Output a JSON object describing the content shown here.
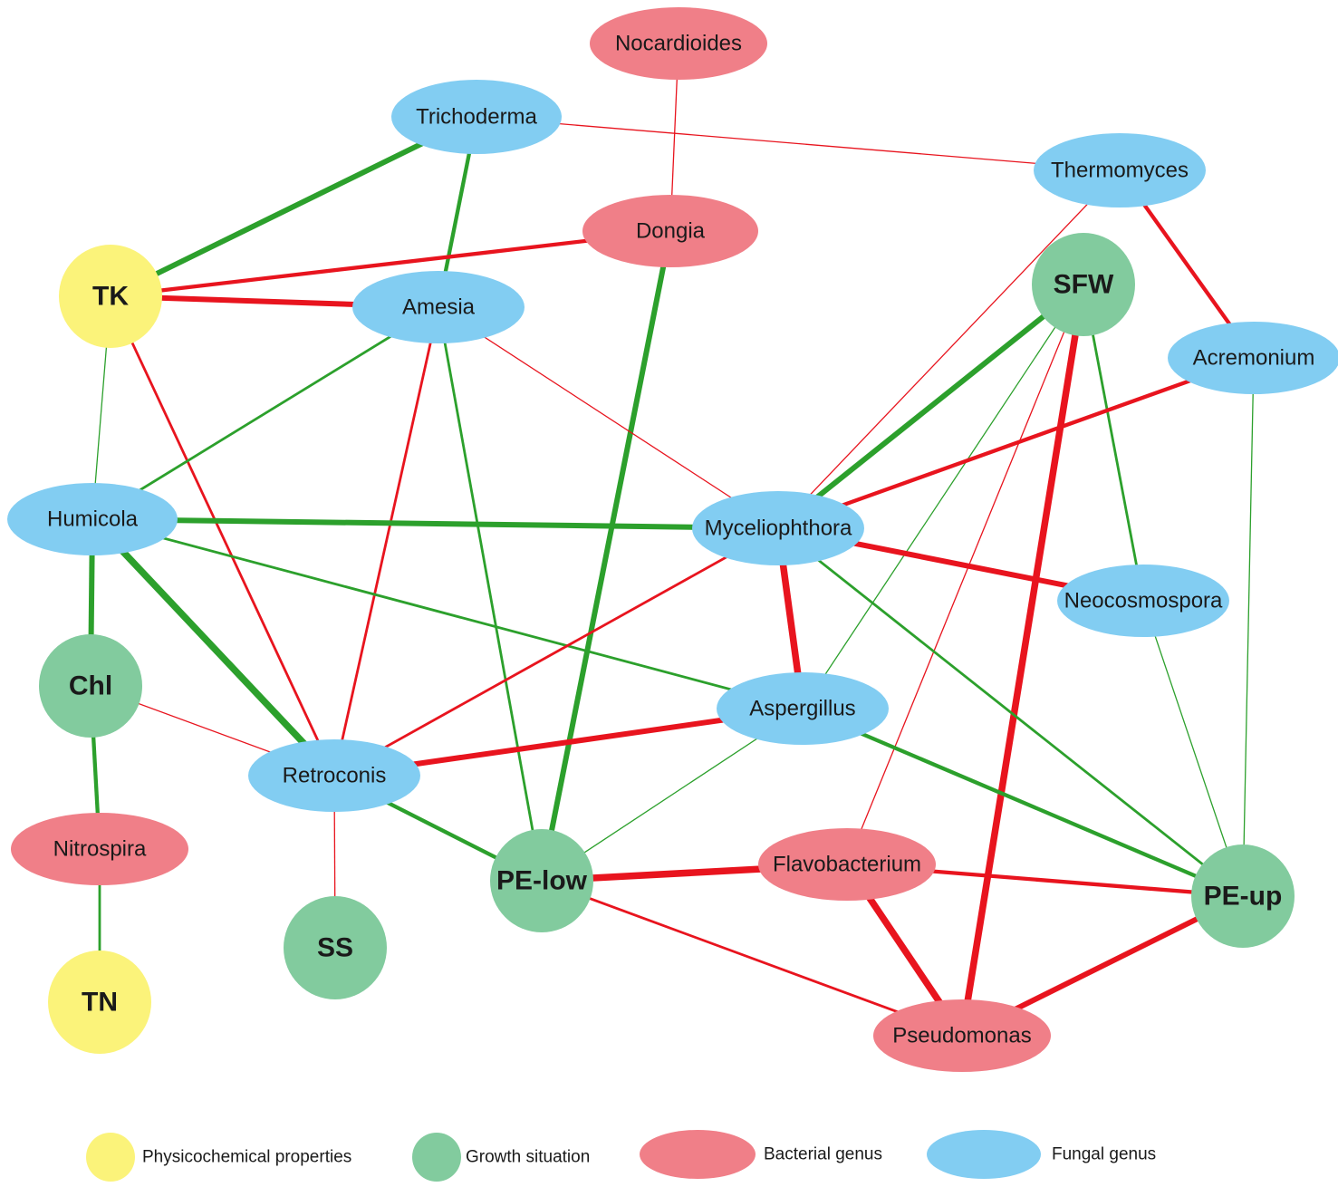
{
  "colors": {
    "positive_edge": "#2ca02c",
    "negative_edge": "#e8141e",
    "physicochemical": "#fbf37a",
    "growth": "#82cb9e",
    "bacterial": "#f07f88",
    "fungal": "#82cdf2"
  },
  "nodes": [
    {
      "id": "Nocardioides",
      "label": "Nocardioides",
      "category": "bacterial"
    },
    {
      "id": "Trichoderma",
      "label": "Trichoderma",
      "category": "fungal"
    },
    {
      "id": "Thermomyces",
      "label": "Thermomyces",
      "category": "fungal"
    },
    {
      "id": "Dongia",
      "label": "Dongia",
      "category": "bacterial"
    },
    {
      "id": "TK",
      "label": "TK",
      "category": "physicochemical"
    },
    {
      "id": "Amesia",
      "label": "Amesia",
      "category": "fungal"
    },
    {
      "id": "SFW",
      "label": "SFW",
      "category": "growth"
    },
    {
      "id": "Acremonium",
      "label": "Acremonium",
      "category": "fungal"
    },
    {
      "id": "Humicola",
      "label": "Humicola",
      "category": "fungal"
    },
    {
      "id": "Myceliophthora",
      "label": "Myceliophthora",
      "category": "fungal"
    },
    {
      "id": "Neocosmospora",
      "label": "Neocosmospora",
      "category": "fungal"
    },
    {
      "id": "Chl",
      "label": "Chl",
      "category": "growth"
    },
    {
      "id": "Aspergillus",
      "label": "Aspergillus",
      "category": "fungal"
    },
    {
      "id": "Retroconis",
      "label": "Retroconis",
      "category": "fungal"
    },
    {
      "id": "Nitrospira",
      "label": "Nitrospira",
      "category": "bacterial"
    },
    {
      "id": "PE-low",
      "label": "PE-low",
      "category": "growth"
    },
    {
      "id": "Flavobacterium",
      "label": "Flavobacterium",
      "category": "bacterial"
    },
    {
      "id": "PE-up",
      "label": "PE-up",
      "category": "growth"
    },
    {
      "id": "SS",
      "label": "SS",
      "category": "growth"
    },
    {
      "id": "TN",
      "label": "TN",
      "category": "physicochemical"
    },
    {
      "id": "Pseudomonas",
      "label": "Pseudomonas",
      "category": "bacterial"
    }
  ],
  "edges": [
    {
      "source": "Nocardioides",
      "target": "Dongia",
      "sign": "negative",
      "strength": 1
    },
    {
      "source": "Trichoderma",
      "target": "Thermomyces",
      "sign": "negative",
      "strength": 1
    },
    {
      "source": "Trichoderma",
      "target": "TK",
      "sign": "positive",
      "strength": 4
    },
    {
      "source": "Trichoderma",
      "target": "Amesia",
      "sign": "positive",
      "strength": 3
    },
    {
      "source": "Dongia",
      "target": "TK",
      "sign": "negative",
      "strength": 3
    },
    {
      "source": "Dongia",
      "target": "PE-low",
      "sign": "positive",
      "strength": 4
    },
    {
      "source": "TK",
      "target": "Amesia",
      "sign": "negative",
      "strength": 4
    },
    {
      "source": "TK",
      "target": "Humicola",
      "sign": "positive",
      "strength": 1
    },
    {
      "source": "TK",
      "target": "Retroconis",
      "sign": "negative",
      "strength": 2
    },
    {
      "source": "Thermomyces",
      "target": "Myceliophthora",
      "sign": "negative",
      "strength": 1
    },
    {
      "source": "Thermomyces",
      "target": "Acremonium",
      "sign": "negative",
      "strength": 3
    },
    {
      "source": "Amesia",
      "target": "Humicola",
      "sign": "positive",
      "strength": 2
    },
    {
      "source": "Amesia",
      "target": "Retroconis",
      "sign": "negative",
      "strength": 2
    },
    {
      "source": "Amesia",
      "target": "PE-low",
      "sign": "positive",
      "strength": 2
    },
    {
      "source": "Amesia",
      "target": "Myceliophthora",
      "sign": "negative",
      "strength": 1
    },
    {
      "source": "SFW",
      "target": "Myceliophthora",
      "sign": "positive",
      "strength": 4
    },
    {
      "source": "SFW",
      "target": "Aspergillus",
      "sign": "positive",
      "strength": 1
    },
    {
      "source": "SFW",
      "target": "Flavobacterium",
      "sign": "negative",
      "strength": 1
    },
    {
      "source": "SFW",
      "target": "Pseudomonas",
      "sign": "negative",
      "strength": 5
    },
    {
      "source": "SFW",
      "target": "Neocosmospora",
      "sign": "positive",
      "strength": 2
    },
    {
      "source": "Acremonium",
      "target": "Myceliophthora",
      "sign": "negative",
      "strength": 3
    },
    {
      "source": "Acremonium",
      "target": "PE-up",
      "sign": "positive",
      "strength": 1
    },
    {
      "source": "Humicola",
      "target": "Myceliophthora",
      "sign": "positive",
      "strength": 4
    },
    {
      "source": "Humicola",
      "target": "Aspergillus",
      "sign": "positive",
      "strength": 2
    },
    {
      "source": "Humicola",
      "target": "Chl",
      "sign": "positive",
      "strength": 4
    },
    {
      "source": "Humicola",
      "target": "Retroconis",
      "sign": "positive",
      "strength": 5
    },
    {
      "source": "Myceliophthora",
      "target": "Neocosmospora",
      "sign": "negative",
      "strength": 4
    },
    {
      "source": "Myceliophthora",
      "target": "Aspergillus",
      "sign": "negative",
      "strength": 5
    },
    {
      "source": "Myceliophthora",
      "target": "Retroconis",
      "sign": "negative",
      "strength": 2
    },
    {
      "source": "Myceliophthora",
      "target": "PE-up",
      "sign": "positive",
      "strength": 2
    },
    {
      "source": "Neocosmospora",
      "target": "PE-up",
      "sign": "positive",
      "strength": 1
    },
    {
      "source": "Chl",
      "target": "Retroconis",
      "sign": "negative",
      "strength": 1
    },
    {
      "source": "Chl",
      "target": "Nitrospira",
      "sign": "positive",
      "strength": 3
    },
    {
      "source": "Aspergillus",
      "target": "Retroconis",
      "sign": "negative",
      "strength": 4
    },
    {
      "source": "Aspergillus",
      "target": "PE-low",
      "sign": "positive",
      "strength": 1
    },
    {
      "source": "Aspergillus",
      "target": "PE-up",
      "sign": "positive",
      "strength": 3
    },
    {
      "source": "Retroconis",
      "target": "PE-low",
      "sign": "positive",
      "strength": 3
    },
    {
      "source": "Retroconis",
      "target": "SS",
      "sign": "negative",
      "strength": 1
    },
    {
      "source": "Nitrospira",
      "target": "TN",
      "sign": "positive",
      "strength": 2
    },
    {
      "source": "PE-low",
      "target": "Flavobacterium",
      "sign": "negative",
      "strength": 5
    },
    {
      "source": "PE-low",
      "target": "Pseudomonas",
      "sign": "negative",
      "strength": 2
    },
    {
      "source": "Flavobacterium",
      "target": "PE-up",
      "sign": "negative",
      "strength": 3
    },
    {
      "source": "Flavobacterium",
      "target": "Pseudomonas",
      "sign": "negative",
      "strength": 5
    },
    {
      "source": "Pseudomonas",
      "target": "PE-up",
      "sign": "negative",
      "strength": 4
    }
  ],
  "legend": [
    {
      "key": "physicochemical",
      "label": "Physicochemical properties"
    },
    {
      "key": "growth",
      "label": "Growth situation"
    },
    {
      "key": "bacterial",
      "label": "Bacterial genus"
    },
    {
      "key": "fungal",
      "label": "Fungal genus"
    }
  ]
}
